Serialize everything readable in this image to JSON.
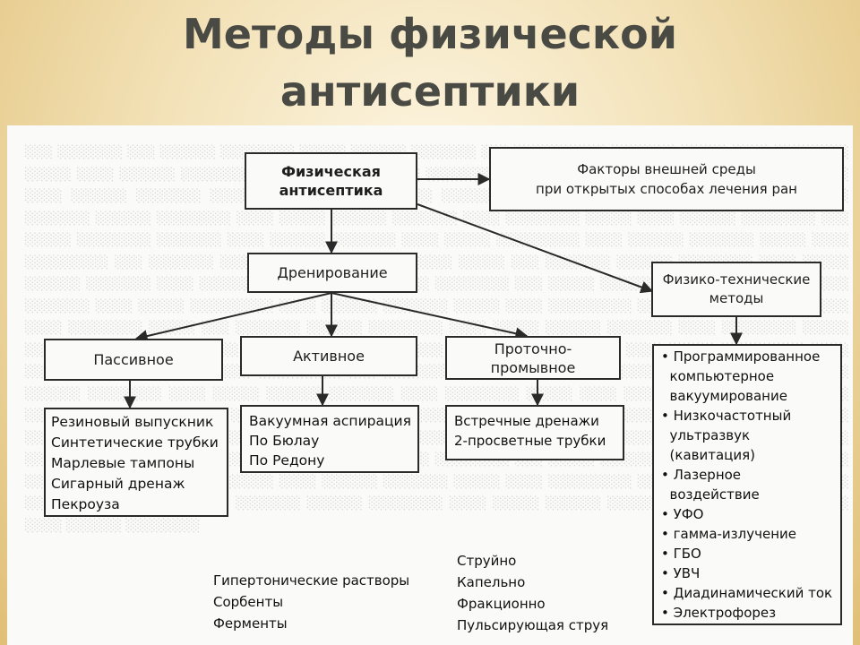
{
  "title": {
    "line1": "Методы физической",
    "line2": "антисептики"
  },
  "diagram": {
    "root": "Физическая антисептика",
    "external_factors": [
      "Факторы внешней среды",
      "при открытых способах лечения ран"
    ],
    "drainage": "Дренирование",
    "physico_technical": [
      "Физико-технические",
      "методы"
    ],
    "passive": "Пассивное",
    "active": "Активное",
    "flow": [
      "Проточно-",
      "промывное"
    ],
    "passive_items": [
      "Резиновый выпускник",
      "Синтетические трубки",
      "Марлевые тампоны",
      "Сигарный дренаж",
      "Пекроуза"
    ],
    "active_items": [
      "Вакуумная аспирация",
      "По Бюлау",
      "По Редону"
    ],
    "flow_items": [
      "Встречные дренажи",
      "2-просветные трубки"
    ],
    "methods_items": [
      "• Программированное",
      "  компьютерное",
      "  вакуумирование",
      "• Низкочастотный",
      "  ультразвук",
      "  (кавитация)",
      "• Лазерное",
      "  воздействие",
      "• УФО",
      "• гамма-излучение",
      "• ГБО",
      "• УВЧ",
      "• Диадинамический ток",
      "• Электрофорез"
    ],
    "solutions": [
      "Гипертонические растворы",
      "Сорбенты",
      "Ферменты"
    ],
    "flow_modes": [
      "Струйно",
      "Капельно",
      "Фракционно",
      "Пульсирующая струя"
    ]
  }
}
